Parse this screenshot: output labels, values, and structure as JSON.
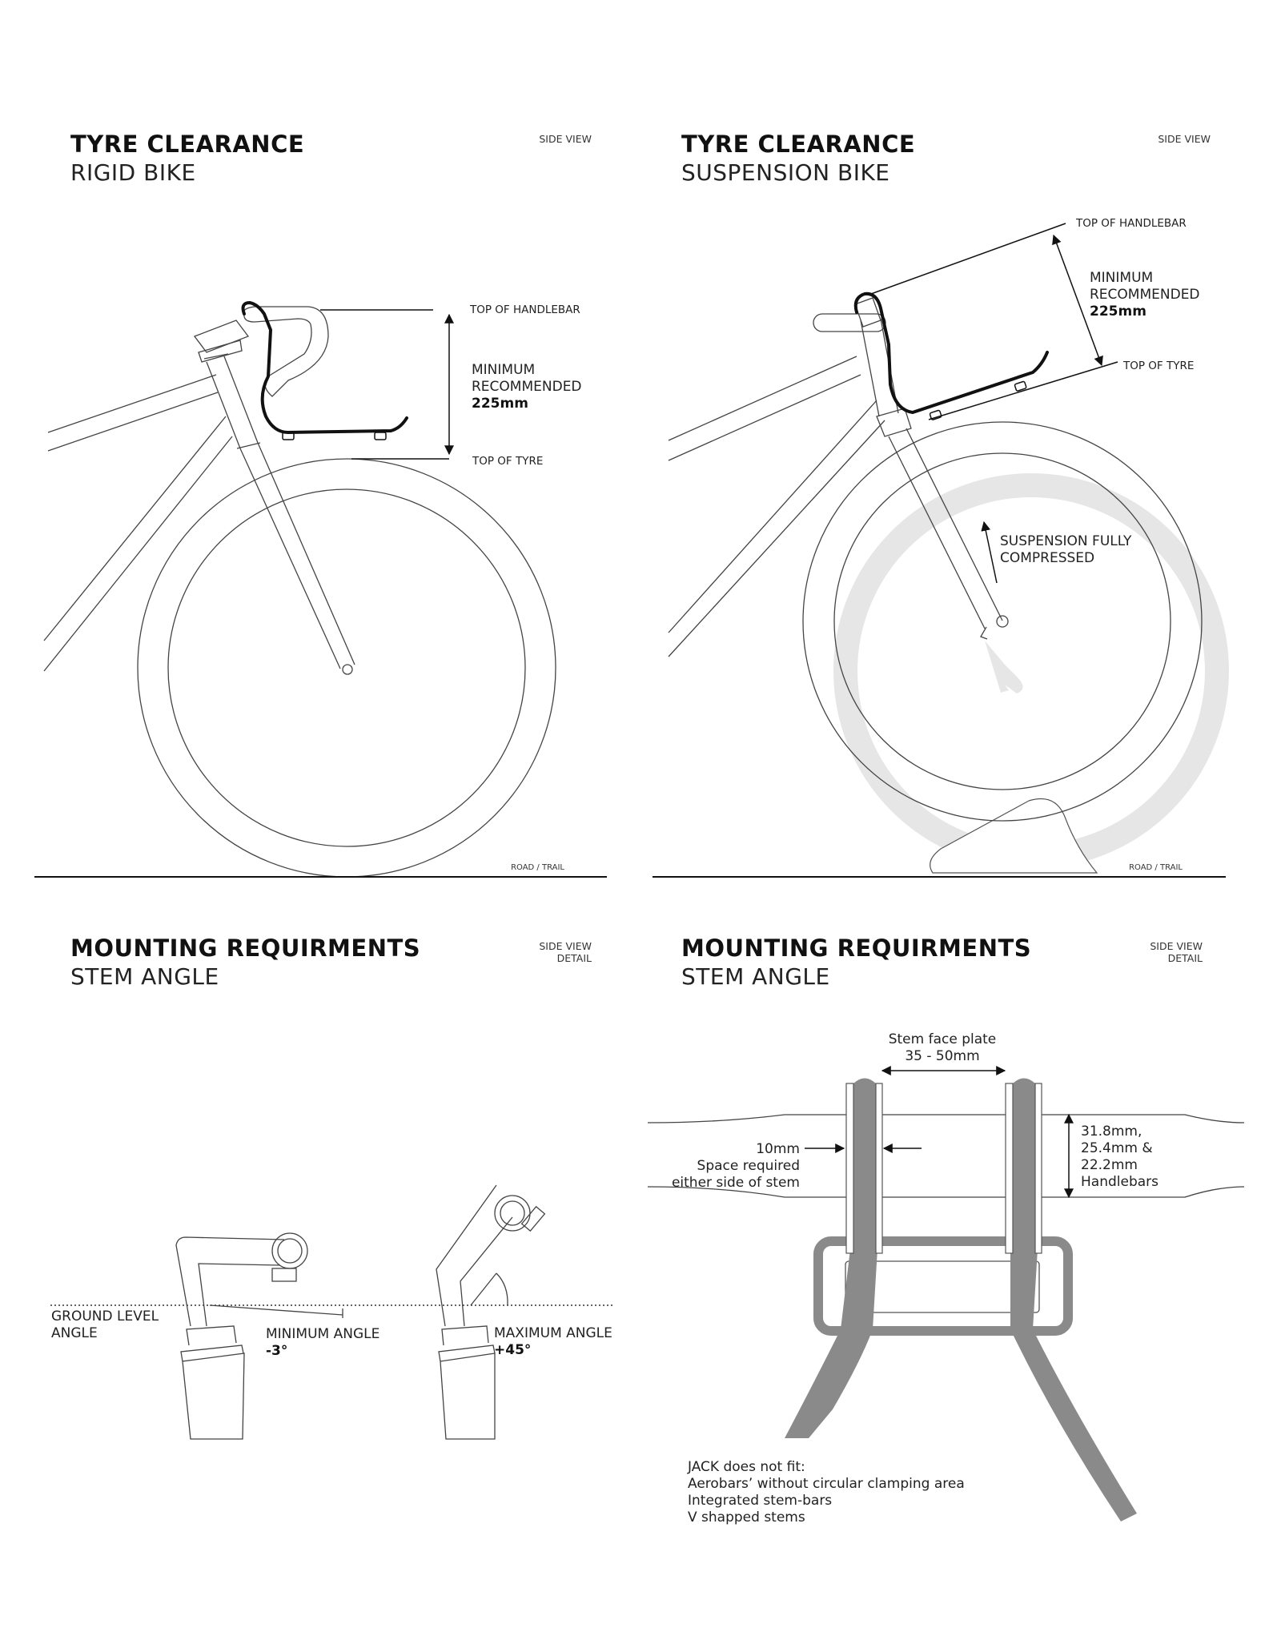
{
  "panels": {
    "rigid": {
      "title": "TYRE CLEARANCE",
      "subtitle": "RIGID BIKE",
      "view": "SIDE VIEW",
      "top_handlebar": "TOP OF HANDLEBAR",
      "top_tyre": "TOP OF TYRE",
      "min_line1": "MINIMUM",
      "min_line2": "RECOMMENDED",
      "min_value": "225mm",
      "surface": "ROAD / TRAIL"
    },
    "suspension": {
      "title": "TYRE CLEARANCE",
      "subtitle": "SUSPENSION BIKE",
      "view": "SIDE VIEW",
      "top_handlebar": "TOP OF HANDLEBAR",
      "top_tyre": "TOP OF TYRE",
      "min_line1": "MINIMUM",
      "min_line2": "RECOMMENDED",
      "min_value": "225mm",
      "compressed_line1": "SUSPENSION FULLY",
      "compressed_line2": "COMPRESSED",
      "surface": "ROAD / TRAIL"
    },
    "stem_angle": {
      "title": "MOUNTING REQUIRMENTS",
      "subtitle": "STEM ANGLE",
      "view_line1": "SIDE VIEW",
      "view_line2": "DETAIL",
      "ground_line1": "GROUND LEVEL",
      "ground_line2": "ANGLE",
      "min_label": "MINIMUM ANGLE",
      "min_value": "-3°",
      "max_label": "MAXIMUM ANGLE",
      "max_value": "+45°"
    },
    "stem_detail": {
      "title": "MOUNTING REQUIRMENTS",
      "subtitle": "STEM ANGLE",
      "view_line1": "SIDE VIEW",
      "view_line2": "DETAIL",
      "faceplate_line1": "Stem face plate",
      "faceplate_line2": "35 - 50mm",
      "space_line1": "10mm",
      "space_line2": "Space required",
      "space_line3": "either side of stem",
      "bar_line1": "31.8mm,",
      "bar_line2": "25.4mm &",
      "bar_line3": "22.2mm",
      "bar_line4": "Handlebars",
      "notfit_title": "JACK does not fit:",
      "notfit_items": [
        "Aerobars’ without circular clamping area",
        "Integrated stem-bars",
        "V shapped stems"
      ]
    }
  },
  "colors": {
    "line": "#444444",
    "mount": "#111111",
    "compressed_ghost": "#e6e6e6",
    "stem_plate": "#8a8a8a"
  }
}
